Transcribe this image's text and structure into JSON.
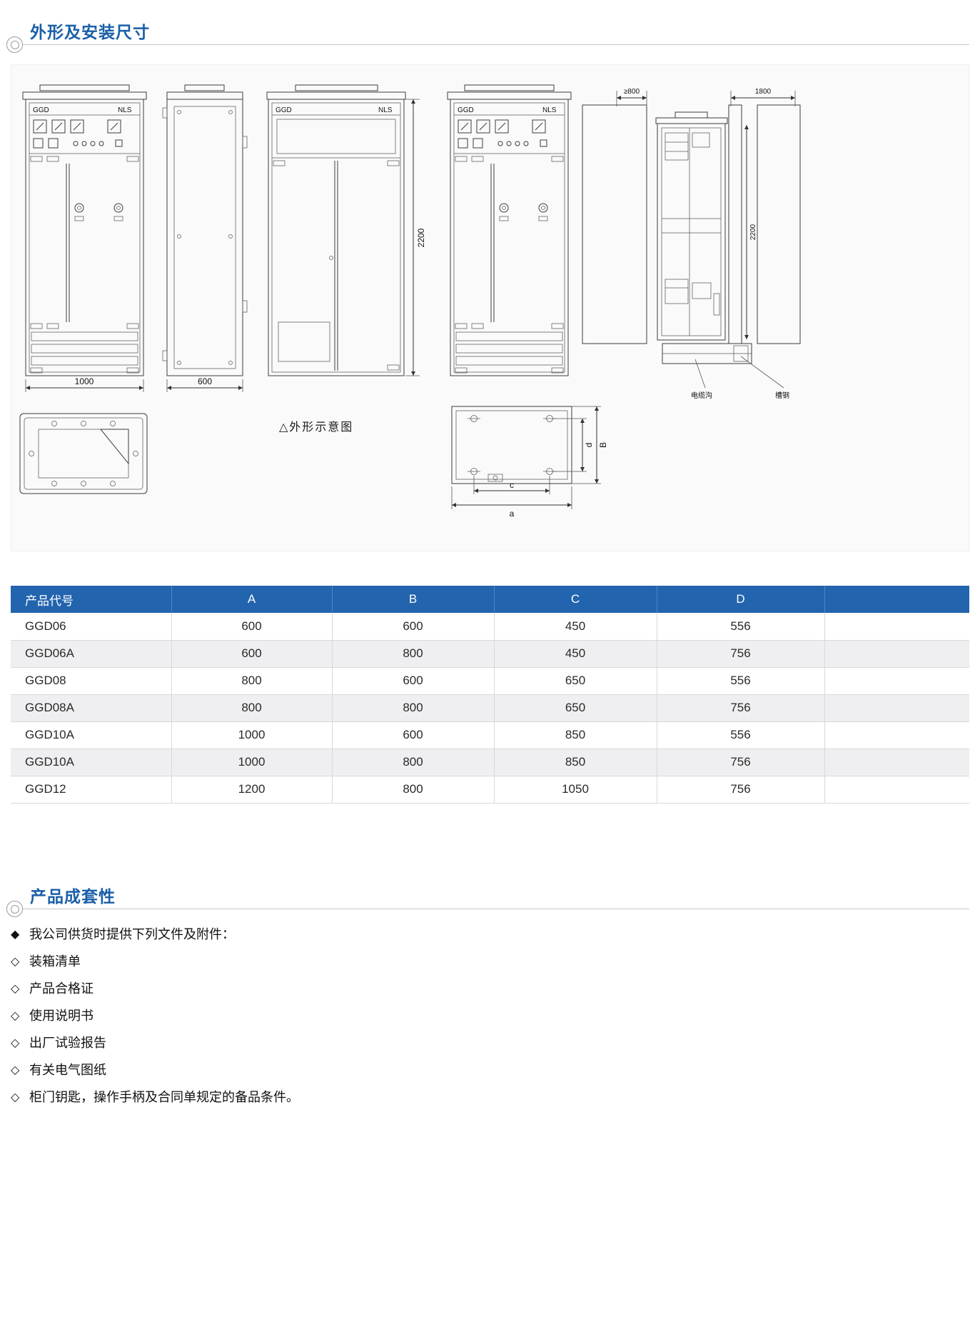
{
  "sections": {
    "dimensions_title": "外形及安装尺寸",
    "completeness_title": "产品成套性"
  },
  "diagram": {
    "caption": "△外形示意图",
    "cabinet_label_left": "GGD",
    "cabinet_label_right": "NLS",
    "dim_width_front": "1000",
    "dim_width_side": "600",
    "dim_height": "2200",
    "install": {
      "dim_wall_clearance": "≥800",
      "dim_depth": "1800",
      "dim_height": "2200",
      "label_cable_trench": "电缆沟",
      "label_channel_steel": "槽钢"
    },
    "plan": {
      "dim_a": "a",
      "dim_b": "B",
      "dim_c": "c",
      "dim_d": "d"
    }
  },
  "table": {
    "headers": [
      "产品代号",
      "A",
      "B",
      "C",
      "D"
    ],
    "rows": [
      [
        "GGD06",
        "600",
        "600",
        "450",
        "556"
      ],
      [
        "GGD06A",
        "600",
        "800",
        "450",
        "756"
      ],
      [
        "GGD08",
        "800",
        "600",
        "650",
        "556"
      ],
      [
        "GGD08A",
        "800",
        "800",
        "650",
        "756"
      ],
      [
        "GGD10A",
        "1000",
        "600",
        "850",
        "556"
      ],
      [
        "GGD10A",
        "1000",
        "800",
        "850",
        "756"
      ],
      [
        "GGD12",
        "1200",
        "800",
        "1050",
        "756"
      ]
    ]
  },
  "supply": {
    "bullet_filled": "◆",
    "bullet_hollow": "◇",
    "intro": "我公司供货时提供下列文件及附件：",
    "items": [
      "装箱清单",
      "产品合格证",
      "使用说明书",
      "出厂试验报告",
      "有关电气图纸",
      "柜门钥匙，操作手柄及合同单规定的备品条件。"
    ]
  },
  "colors": {
    "accent_blue": "#1a5fa8",
    "table_header_blue": "#2264ae",
    "row_alt_gray": "#efeff1"
  }
}
